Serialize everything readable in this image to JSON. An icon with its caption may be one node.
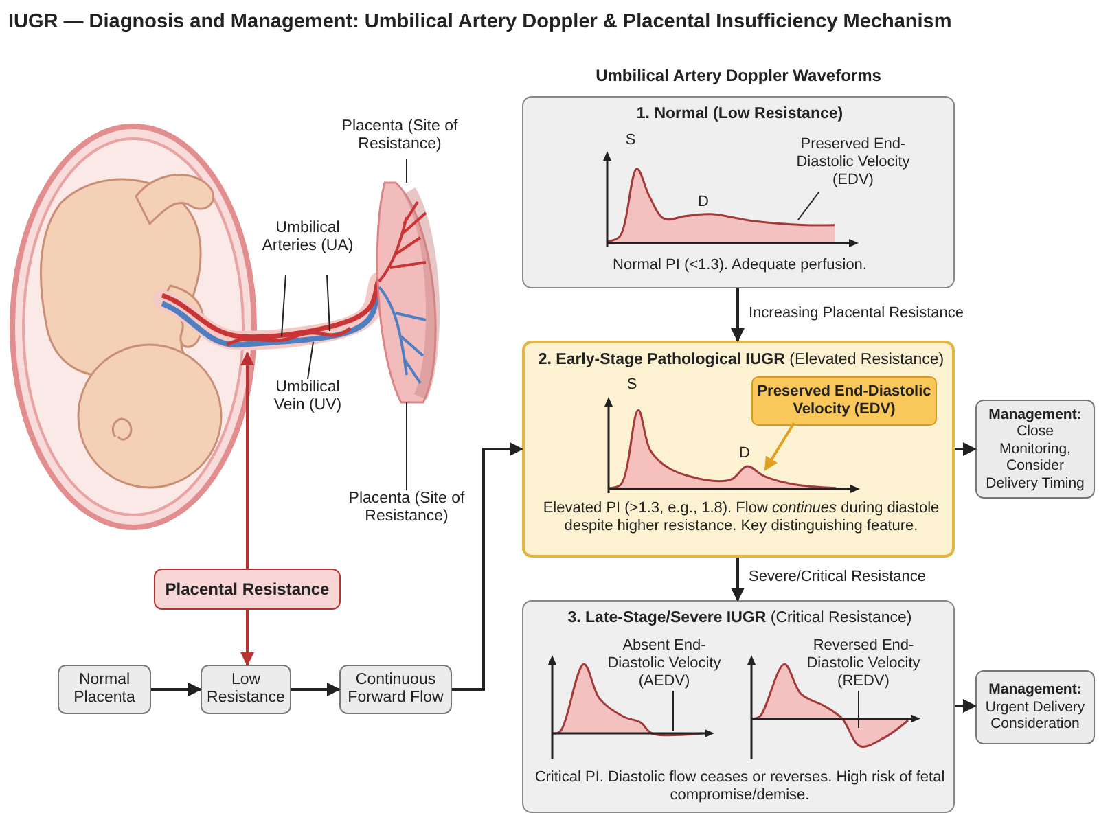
{
  "diagram": {
    "title": "IUGR — Diagnosis and Management: Umbilical Artery Doppler & Placental Insufficiency Mechanism",
    "nodes": [
      {
        "text": [],
        "shape": "picture"
      },
      {
        "text": [],
        "shape": "picture"
      },
      {
        "text": [
          "Placenta (Site of Resistance)"
        ]
      },
      {
        "text": [
          "Umbilical Arteries (UA)"
        ]
      },
      {
        "text": [
          "Umbilical Vein (UV)"
        ]
      },
      {
        "text": [
          "Placenta (Site of Resistance)"
        ]
      },
      {
        "text": [
          "Placental Resistance"
        ]
      },
      {
        "text": [
          "Normal Placenta"
        ]
      },
      {
        "text": [
          "Low Resistance"
        ]
      },
      {
        "text": [
          "Continuous Forward Flow"
        ]
      },
      {
        "text": [
          "1. Normal (Low Resistance)",
          "S",
          "D",
          "Normal PI (<1.3). Adequate perfusion."
        ]
      },
      {
        "text": [
          "Preserved End-Diastolic Velocity (EDV)"
        ],
        "in": 10
      },
      {
        "text": [
          "**2. Early-Stage Pathological IUGR** (Elevated Resistance)",
          "S",
          "D",
          "Elevated PI (>1.3, e.g., 1.8). Flow *continues* during diastole despite higher resistance. Key distinguishing feature."
        ]
      },
      {
        "text": [
          "Preserved End-Diastolic Velocity (EDV)"
        ],
        "in": 12
      },
      {
        "text": [
          "**3. Late-Stage/Severe IUGR** (Critical Resistance)",
          "Critical PI. Diastolic flow ceases or reverses. High risk of fetal compromise/demise."
        ]
      },
      {
        "text": [
          "Absent End-Diastolic Velocity (AEDV)"
        ],
        "in": 14
      },
      {
        "text": [
          "Reversed End-Diastolic Velocity (REDV)"
        ],
        "in": 14
      },
      {
        "text": [
          "**Management:** Close Monitoring, Consider Delivery Timing"
        ]
      },
      {
        "text": [
          "**Management:** Urgent Delivery Consideration"
        ]
      }
    ],
    "edges": [
      {
        "from": 2,
        "to": 1,
        "arrow": "none"
      },
      {
        "from": 3,
        "to": 0,
        "arrow": "none"
      },
      {
        "from": 3,
        "to": 0,
        "arrow": "none"
      },
      {
        "from": 4,
        "to": 0,
        "arrow": "none"
      },
      {
        "from": 5,
        "to": 1,
        "arrow": "none"
      },
      {
        "from": 6,
        "to": 0,
        "arrow": "to",
        "color": "#b83232"
      },
      {
        "from": 6,
        "to": 8,
        "arrow": "to",
        "color": "#b83232"
      },
      {
        "from": 7,
        "to": 8,
        "arrow": "to"
      },
      {
        "from": 8,
        "to": 9,
        "arrow": "to"
      },
      {
        "from": 9,
        "to": 12,
        "arrow": "to"
      },
      {
        "from": 10,
        "to": 12,
        "arrow": "to",
        "label": "Increasing Placental Resistance"
      },
      {
        "from": 12,
        "to": 14,
        "arrow": "to",
        "label": "Severe/Critical Resistance"
      },
      {
        "from": 12,
        "to": 17,
        "arrow": "to"
      },
      {
        "from": 14,
        "to": 18,
        "arrow": "to"
      },
      {
        "from": 11,
        "to": null,
        "arrow": "none"
      },
      {
        "from": 13,
        "to": null,
        "arrow": "to",
        "color": "#e0a020"
      },
      {
        "from": 15,
        "to": null,
        "arrow": "none"
      },
      {
        "from": 16,
        "to": null,
        "arrow": "none"
      }
    ],
    "labels": [
      "Umbilical Artery Doppler Waveforms"
    ]
  }
}
